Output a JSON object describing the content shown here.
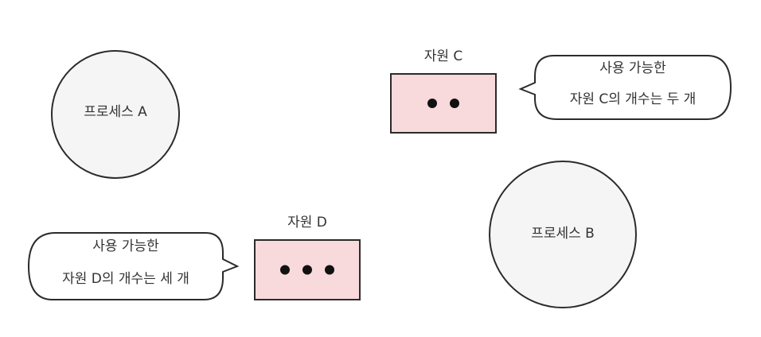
{
  "processes": [
    {
      "id": "A",
      "label": "프로세스 A"
    },
    {
      "id": "B",
      "label": "프로세스 B"
    }
  ],
  "resources": [
    {
      "id": "C",
      "title": "자원 C",
      "instances": 2,
      "fill": "#f8d9dc",
      "note": {
        "line1": "사용 가능한",
        "line2": "자원 C의 개수는 두 개"
      }
    },
    {
      "id": "D",
      "title": "자원 D",
      "instances": 3,
      "fill": "#f8d9dc",
      "note": {
        "line1": "사용 가능한",
        "line2": "자원 D의 개수는 세 개"
      }
    }
  ],
  "colors": {
    "process_fill": "#f5f5f5",
    "stroke": "#2b2b2b",
    "dot": "#111111"
  }
}
